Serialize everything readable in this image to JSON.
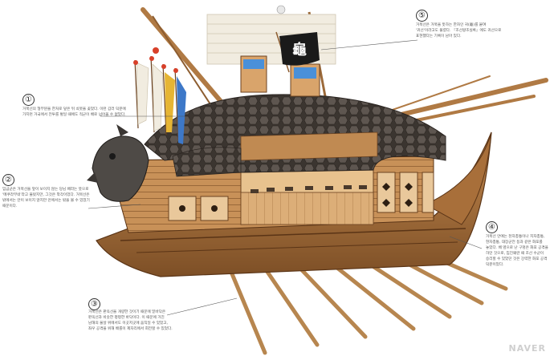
{
  "callouts": [
    {
      "number": "①",
      "text": "거북선의 형부분을 한처로 덮은 뒤 쇠못을 꽂았다. 이런 갑러 덕분에 가지런 거국에서 전투를 벌일 때에도 적군이 배로 넘어올 수 없었다."
    },
    {
      "number": "②",
      "text": "임금군은 거북선을 앞이 보이지 않는 당님 배라는 뜻으로 '메쿠라부네'라고 불렀지만, 그것은 착각이었다. 거북선은 밖에서는 안이 보이지 않지만 안에서는 밖을 볼 수 있었기 때문이다."
    },
    {
      "number": "③",
      "text": "거북선은 판옥선을 개량한 것이기 때문에 밑바닥은 판옥선과 비슷한 평평한 바닥이다. 이 때문에 거친 남해의 물살 위에서도 이곳저곳에 움직일 수 있었고, 좌우 공격을 위해 배를이 제자리에서 회전할 수 있었다."
    },
    {
      "number": "④",
      "text": "거북선 안에는 천자총통이나 지자총통, 현자총통, 대장군전 등과 같은 화포를 놓았다. 배 옆으로 난 구멍은 화포 공격을 하던 것으로, 임진왜란 때 조선 수군이 승리할 수 있었던 것은 강력한 화포 공격 덕분이었다."
    },
    {
      "number": "⑤",
      "text": "거북선은 거북을 뜻하는 한자인 귀(龜)를 붙여 '귀선'이라고도 불렸다. 『조선왕조실록』에도 귀선으로 표현했다는 기록이 남아 있다."
    }
  ],
  "flag_glyph": "龜",
  "watermark": "NAVER",
  "colors": {
    "wood_light": "#d9a46b",
    "wood_mid": "#b97d45",
    "wood_dark": "#7a4a22",
    "roof_dark": "#3b3530",
    "roof_hex": "#5e5650",
    "sail": "#f1ece0",
    "cabin_blue": "#4a90d9",
    "flag_black": "#1a1a1a",
    "tassel_red": "#d8402a",
    "banner_blue": "#3d78c8",
    "banner_yellow": "#e6b534"
  }
}
